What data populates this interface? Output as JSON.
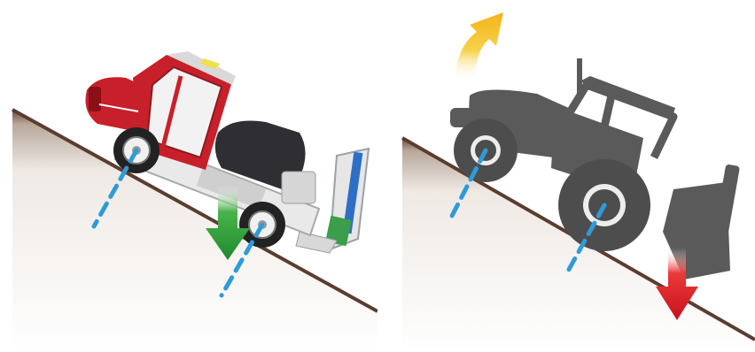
{
  "figure": {
    "panels": [
      {
        "id": "left",
        "subject": "articulated-tractor-with-rear-implement",
        "vehicle_color": "#c8202a",
        "load_arrow": {
          "direction": "down",
          "color": "#2e9a3a"
        },
        "axle_lines_color": "#2f9bd8"
      },
      {
        "id": "right",
        "subject": "conventional-tractor-silhouette-with-rear-implement",
        "vehicle_color": "#5a5a5a",
        "lift_arrow": {
          "direction": "up-right",
          "color": "#f3c01c"
        },
        "load_arrow": {
          "direction": "down",
          "color": "#d8202a"
        },
        "axle_lines_color": "#2f9bd8"
      }
    ],
    "ground_color": "#6b4a3a"
  }
}
